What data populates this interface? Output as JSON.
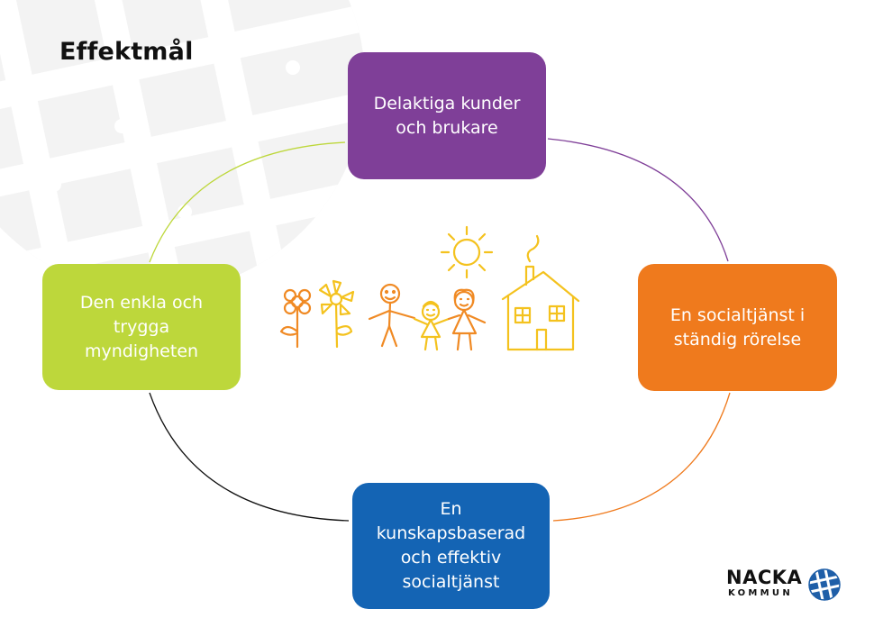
{
  "title": "Effektmål",
  "colors": {
    "purple": "#7f3f98",
    "orange": "#ef7a1d",
    "blue": "#1464b4",
    "lime": "#bdd73b",
    "watermark": "#f3f3f3",
    "logo_blue": "#1f5fa8"
  },
  "cycle": [
    {
      "label": "Delaktiga kunder\noch brukare",
      "color": "#7f3f98"
    },
    {
      "label": "En socialtjänst i\nständig rörelse",
      "color": "#ef7a1d"
    },
    {
      "label": "En\nkunskapsbaserad\noch effektiv\nsocialtjänst",
      "color": "#1464b4"
    },
    {
      "label": "Den enkla och\ntrygga\nmyndigheten",
      "color": "#bdd73b"
    }
  ],
  "logo": {
    "name": "NACKA",
    "sub": "KOMMUN"
  }
}
